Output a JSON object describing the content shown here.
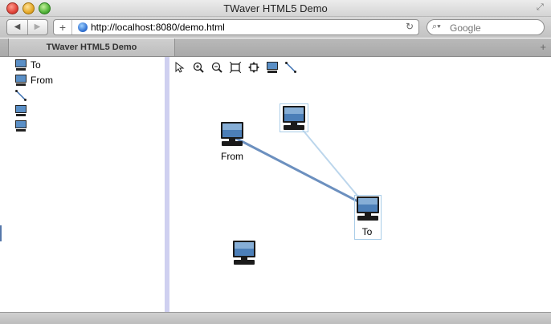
{
  "window": {
    "title": "TWaver HTML5 Demo"
  },
  "toolbar": {
    "url": "http://localhost:8080/demo.html",
    "search_placeholder": "Google"
  },
  "tabs": [
    {
      "label": "TWaver HTML5 Demo",
      "active": true
    }
  ],
  "tree": {
    "items": [
      {
        "label": "To",
        "icon": "computer-icon"
      },
      {
        "label": "From",
        "icon": "computer-icon"
      },
      {
        "label": "",
        "icon": "link-icon"
      },
      {
        "label": "",
        "icon": "computer-icon"
      },
      {
        "label": "",
        "icon": "computer-icon"
      }
    ]
  },
  "canvas": {
    "tools": [
      "select-icon",
      "zoom-in-icon",
      "zoom-out-icon",
      "zoom-reset-icon",
      "zoom-overview-icon",
      "create-node-icon",
      "create-link-icon"
    ],
    "nodes": [
      {
        "id": "from",
        "label": "From"
      },
      {
        "id": "to",
        "label": "To"
      },
      {
        "id": "n3",
        "label": ""
      },
      {
        "id": "n4",
        "label": ""
      }
    ],
    "links": [
      {
        "from": "from",
        "to": "to"
      },
      {
        "from": "n3",
        "to": "to"
      }
    ]
  },
  "colors": {
    "splitter": "#cfd0f0",
    "link": "#6c90bf",
    "selection": "#a9cde8"
  }
}
